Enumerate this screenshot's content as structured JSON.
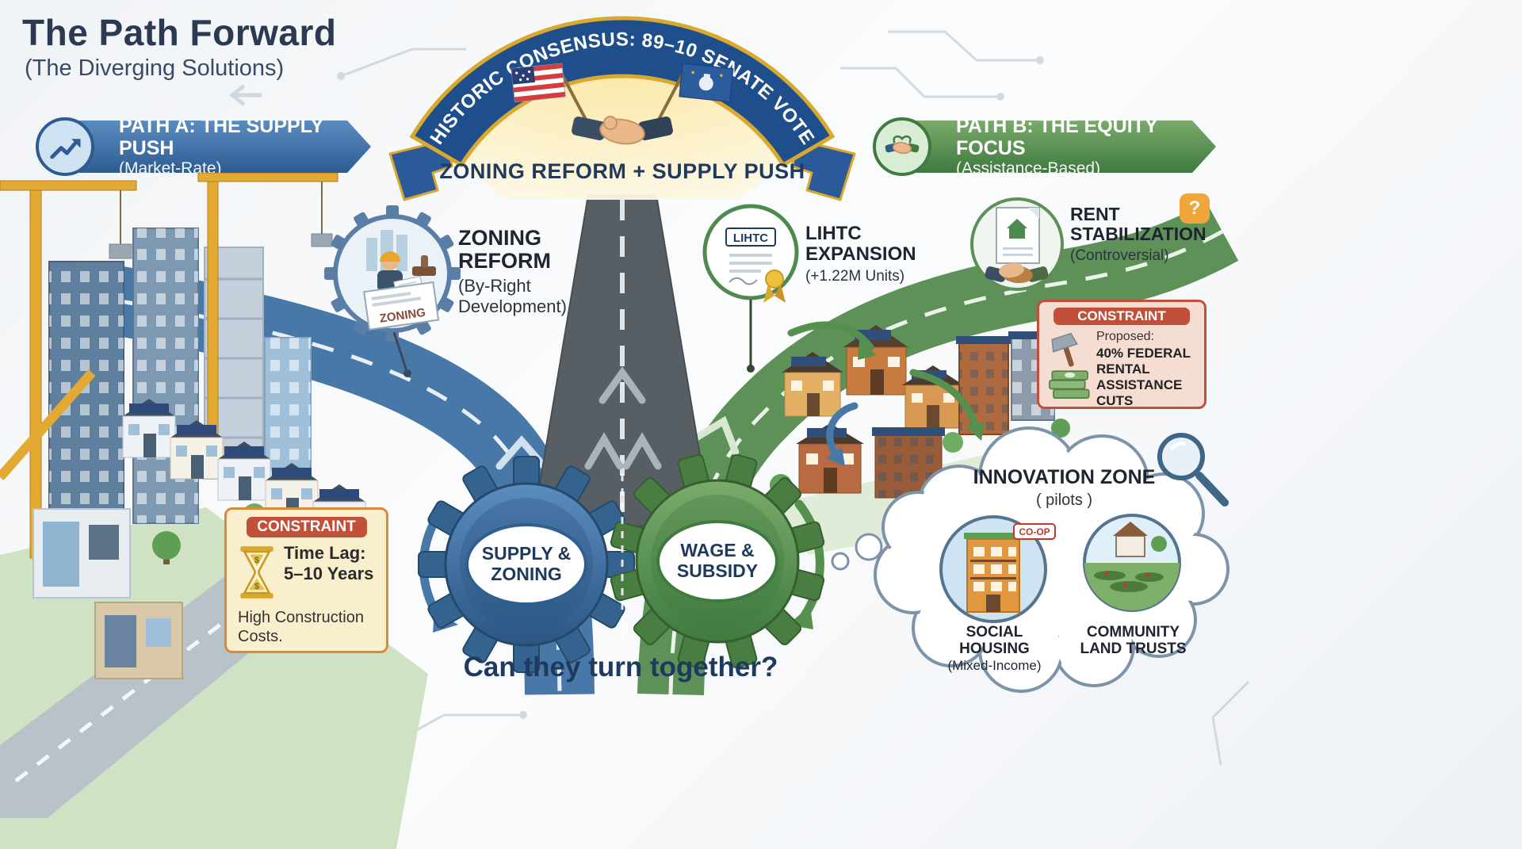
{
  "title": {
    "main": "The Path Forward",
    "sub": "(The Diverging Solutions)"
  },
  "banner": {
    "arc": "HISTORIC CONSENSUS: 89–10 SENATE VOTE",
    "strip": "ZONING REFORM + SUPPLY PUSH"
  },
  "path_a": {
    "label": "PATH A: THE SUPPLY PUSH",
    "sub": "(Market-Rate)"
  },
  "path_b": {
    "label": "PATH B: THE EQUITY FOCUS",
    "sub": "(Assistance-Based)"
  },
  "zoning": {
    "title": "ZONING REFORM",
    "sub": "(By-Right Development)",
    "stamp": "ZONING"
  },
  "lihtc": {
    "badge": "LIHTC",
    "title": "LIHTC EXPANSION",
    "sub": "(+1.22M Units)"
  },
  "rent": {
    "title": "RENT STABILIZATION",
    "sub": "(Controversial)",
    "question": "?"
  },
  "constraint_a": {
    "header": "CONSTRAINT",
    "bold1": "Time Lag:",
    "bold2": "5–10 Years",
    "text": "High Construction Costs.",
    "dollar": "$"
  },
  "constraint_b": {
    "header": "CONSTRAINT",
    "intro": "Proposed:",
    "bold": "40% FEDERAL RENTAL ASSISTANCE CUTS"
  },
  "gears": {
    "left": "SUPPLY & ZONING",
    "right": "WAGE & SUBSIDY",
    "question": "Can they turn together?"
  },
  "innovation": {
    "title": "INNOVATION ZONE",
    "sub": "( pilots )",
    "coop": "CO-OP",
    "social": "SOCIAL HOUSING",
    "social_sub": "(Mixed-Income)",
    "clt": "COMMUNITY LAND TRUSTS"
  },
  "colors": {
    "path_a_blue": "#2d5c92",
    "path_b_green": "#3f7a3f",
    "band_navy": "#1f4e8c",
    "gold": "#d9a92f",
    "constraint_red": "#c0503a",
    "cream": "#f9efcd",
    "pink": "#f6ddd2"
  }
}
